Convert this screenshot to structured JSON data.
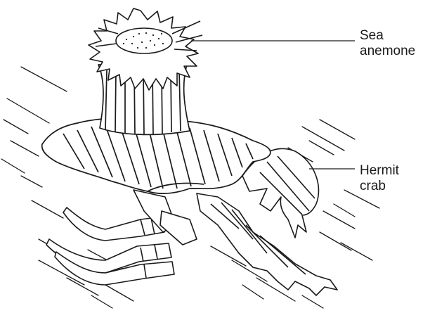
{
  "labels": {
    "anemone": {
      "line1": "Sea",
      "line2": "anemone"
    },
    "crab": {
      "line1": "Hermit",
      "line2": "crab"
    }
  },
  "colors": {
    "line": "#1a1a1a",
    "background": "#ffffff"
  }
}
